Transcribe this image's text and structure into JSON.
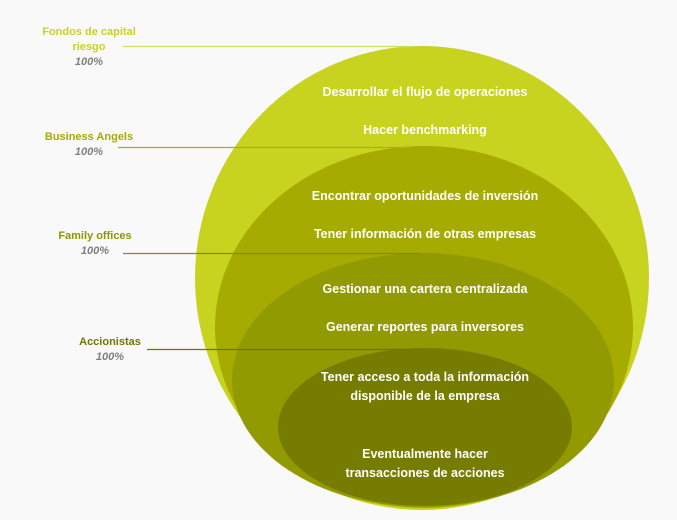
{
  "colors": {
    "level1": "#c8d31f",
    "level2": "#a5ab00",
    "level3": "#919a00",
    "level4": "#757c00",
    "background": "#f9f9f9",
    "percent": "#7f7f7f"
  },
  "levels": [
    {
      "name": "Fondos de capital riesgo",
      "percent": "100%",
      "items": [
        "Desarrollar el flujo de operaciones",
        "Hacer benchmarking"
      ]
    },
    {
      "name": "Business Angels",
      "percent": "100%",
      "items": [
        "Encontrar oportunidades de inversión",
        "Tener información de otras empresas"
      ]
    },
    {
      "name": "Family offices",
      "percent": "100%",
      "items": [
        "Gestionar una cartera centralizada",
        "Generar reportes para inversores"
      ]
    },
    {
      "name": "Accionistas",
      "percent": "100%",
      "items": [
        "Tener acceso a toda la información disponible de la empresa",
        "Eventualmente hacer transacciones de acciones"
      ]
    }
  ]
}
